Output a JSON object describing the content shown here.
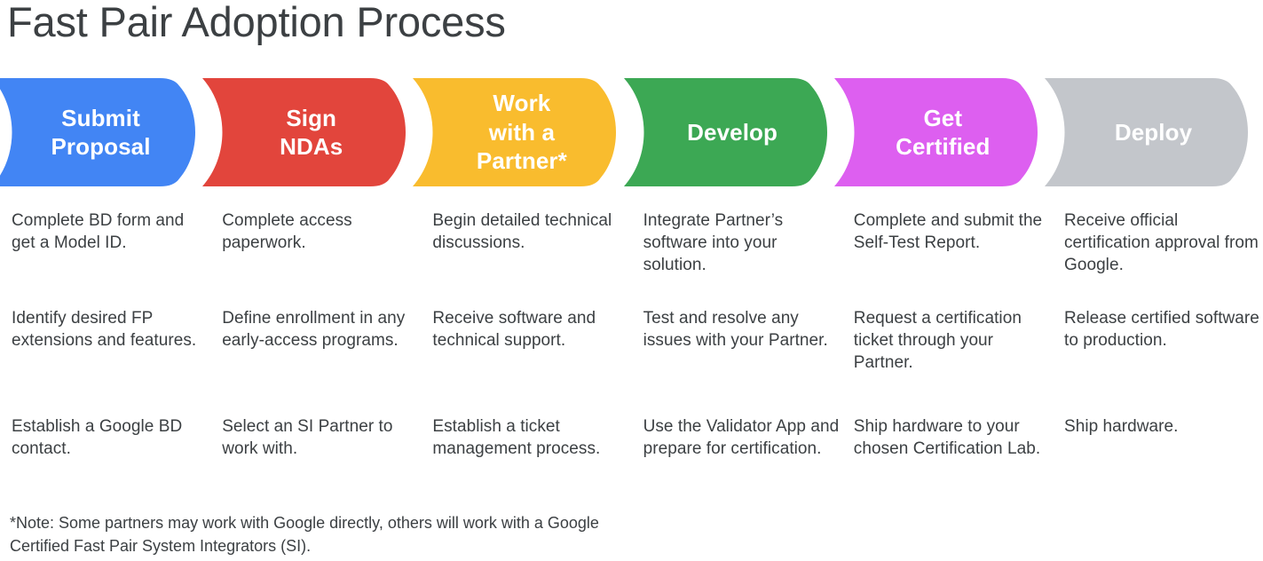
{
  "page": {
    "title": "Fast Pair Adoption Process",
    "background_color": "#ffffff",
    "text_color": "#3c4043"
  },
  "stages": [
    {
      "id": "submit-proposal",
      "label": "Submit\nProposal",
      "color": "#4285f4",
      "label_color": "#ffffff",
      "bullets": [
        "Complete BD form and get a Model ID.",
        "Identify desired FP extensions and features.",
        "Establish a Google BD contact."
      ]
    },
    {
      "id": "sign-ndas",
      "label": "Sign\nNDAs",
      "color": "#e2453c",
      "label_color": "#ffffff",
      "bullets": [
        "Complete access paperwork.",
        "Define enrollment in any early-access programs.",
        "Select an SI Partner to work with."
      ]
    },
    {
      "id": "work-with-a-partner",
      "label": "Work\nwith a\nPartner*",
      "color": "#f9bc2e",
      "label_color": "#ffffff",
      "bullets": [
        "Begin detailed technical discussions.",
        "Receive software and technical support.",
        "Establish a ticket management process."
      ]
    },
    {
      "id": "develop",
      "label": "Develop",
      "color": "#3ca854",
      "label_color": "#ffffff",
      "bullets": [
        "Integrate Partner’s software into your solution.",
        "Test and resolve any issues with your Partner.",
        "Use the Validator App and prepare for certification."
      ]
    },
    {
      "id": "get-certified",
      "label": "Get\nCertified",
      "color": "#dd5ff0",
      "label_color": "#ffffff",
      "bullets": [
        "Complete and submit the Self-Test Report.",
        "Request a certification ticket through your Partner.",
        "Ship hardware to your chosen Certification Lab."
      ]
    },
    {
      "id": "deploy",
      "label": "Deploy",
      "color": "#c3c6cb",
      "label_color": "#ffffff",
      "bullets": [
        "Receive official certification approval from Google.",
        "Release certified software to production.",
        "Ship hardware."
      ]
    }
  ],
  "footnote": "*Note: Some partners may work with Google directly, others will work with a Google Certified Fast Pair System Integrators (SI)."
}
